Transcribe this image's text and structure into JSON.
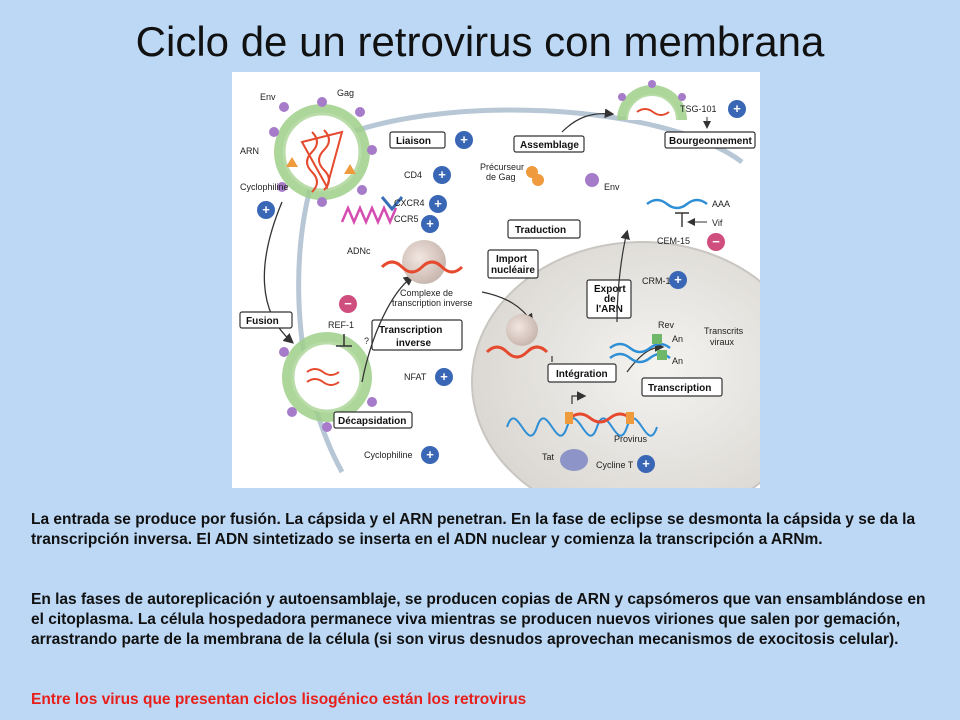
{
  "title": "Ciclo de un retrovirus con membrana",
  "diagram": {
    "labels": {
      "env_top": "Env",
      "gag": "Gag",
      "arn": "ARN",
      "cyclophiline_top": "Cyclophiline",
      "liaison": "Liaison",
      "cd4": "CD4",
      "cxcr4": "CXCR4",
      "ccr5": "CCR5",
      "adnc": "ADNc",
      "complexe_1": "Complexe de",
      "complexe_2": "transcription inverse",
      "import_1": "Import",
      "import_2": "nucléaire",
      "fusion": "Fusion",
      "ref1": "REF-1",
      "question": "?",
      "transcription_inverse_1": "Transcription",
      "transcription_inverse_2": "inverse",
      "nfat": "NFAT",
      "decapsidation": "Décapsidation",
      "cyclophiline_bottom": "Cyclophiline",
      "tsg101": "TSG-101",
      "assemblage": "Assemblage",
      "bourgeonnement": "Bourgeonnement",
      "precurseur_1": "Précurseur",
      "precurseur_2": "de Gag",
      "env_mid": "Env",
      "traduction": "Traduction",
      "aaa": "AAA",
      "vif": "Vif",
      "cem15": "CEM-15",
      "crm1": "CRM-1",
      "export_1": "Export",
      "export_2": "de",
      "export_3": "l'ARN",
      "rev": "Rev",
      "an1": "An",
      "an2": "An",
      "transcrits_1": "Transcrits",
      "transcrits_2": "viraux",
      "integration": "Intégration",
      "transcription": "Transcription",
      "provirus": "Provirus",
      "tat": "Tat",
      "cycline_t": "Cycline T"
    },
    "colors": {
      "virus_membrane": "#9fcf8a",
      "spike": "#a67bc9",
      "rna": "#e64a2e",
      "dna": "#2f8fd6",
      "plus": "#3a67b5",
      "minus": "#d04e7d",
      "nucleus": "#e6e4e0"
    }
  },
  "paragraphs": {
    "p1": "La entrada se produce por fusión. La cápsida y el ARN penetran. En la fase de eclipse se desmonta la cápsida y se da la transcripción inversa. El ADN sintetizado se inserta en el ADN nuclear y comienza la transcripción a ARNm.",
    "p2": "En las fases de autoreplicación y autoensamblaje, se producen copias de ARN y capsómeros que van ensamblándose en el citoplasma. La célula hospedadora permanece viva mientras se producen nuevos viriones que salen por gemación, arrastrando parte de la membrana de la célula (si son virus desnudos aprovechan mecanismos de exocitosis celular).",
    "p3": "Entre los virus que presentan ciclos lisogénico están los retrovirus"
  }
}
